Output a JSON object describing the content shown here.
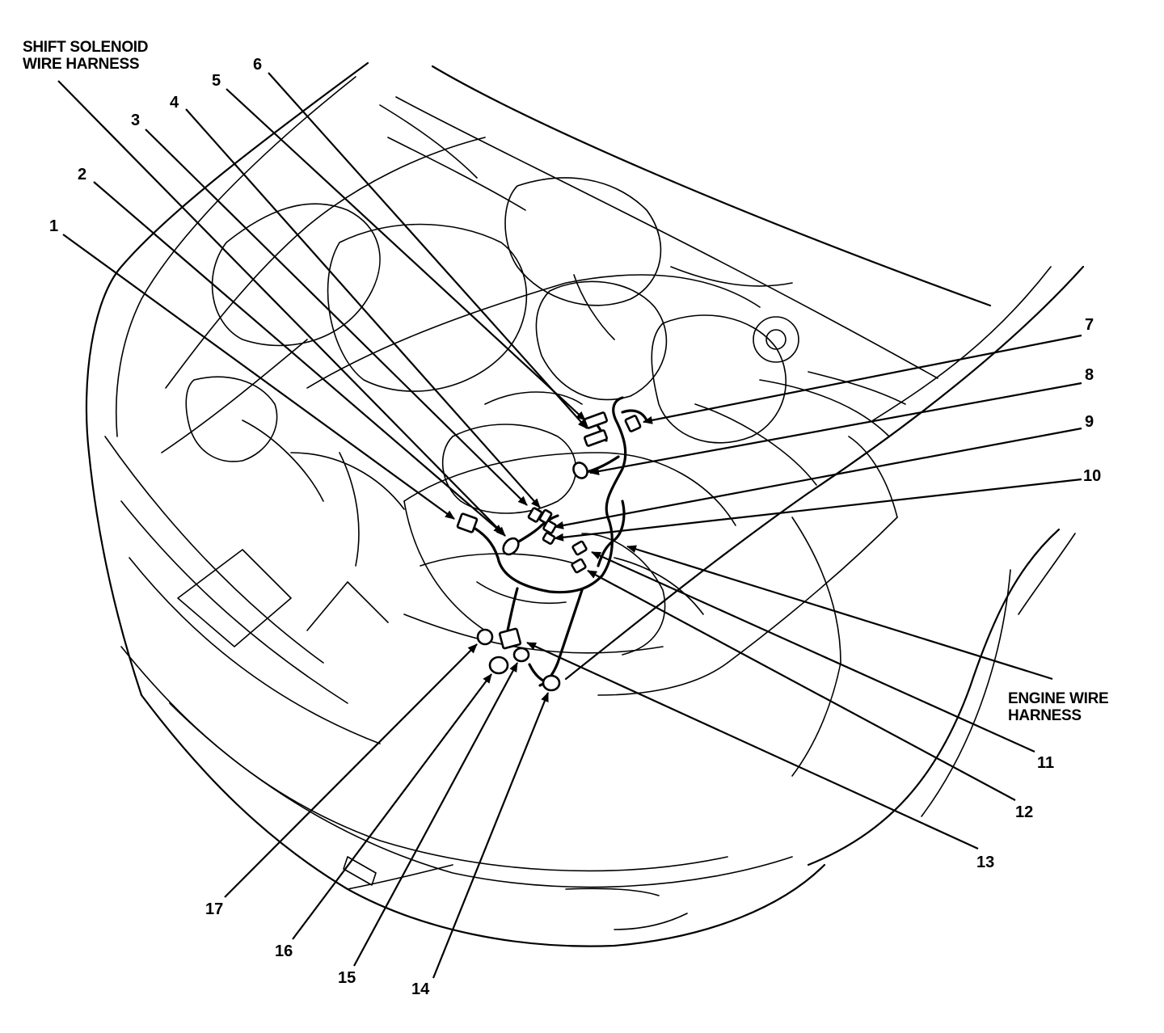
{
  "labels": {
    "shift_solenoid_line1": "SHIFT SOLENOID",
    "shift_solenoid_line2": "WIRE HARNESS",
    "engine_wire_line1": "ENGINE WIRE",
    "engine_wire_line2": "HARNESS"
  },
  "callouts": [
    "1",
    "2",
    "3",
    "4",
    "5",
    "6",
    "7",
    "8",
    "9",
    "10",
    "11",
    "12",
    "13",
    "14",
    "15",
    "16",
    "17"
  ]
}
